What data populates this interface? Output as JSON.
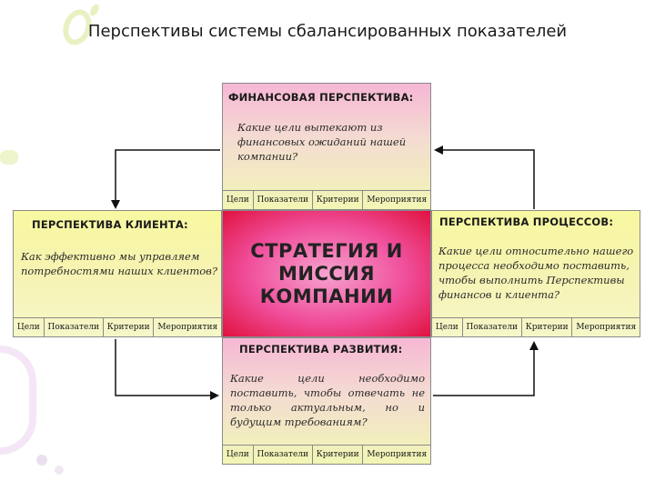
{
  "title": "Перспективы системы сбалансированных показателей",
  "center": {
    "lines": [
      "СТРАТЕГИЯ И",
      "МИССИЯ",
      "КОМПАНИИ"
    ]
  },
  "perspectives": {
    "financial": {
      "heading": "ФИНАНСОВАЯ ПЕРСПЕКТИВА:",
      "question": "Какие цели вытекают из финансовых ожиданий нашей компании?"
    },
    "client": {
      "heading": "ПЕРСПЕКТИВА КЛИЕНТА:",
      "question": "Как эффективно мы управляем потребностями наших клиентов?"
    },
    "processes": {
      "heading": "ПЕРСПЕКТИВА ПРОЦЕССОВ:",
      "question": "Какие цели относительно нашего процесса необходимо поставить, чтобы выполнить Перспективы финансов и клиента?"
    },
    "development": {
      "heading": "ПЕРСПЕКТИВА РАЗВИТИЯ:",
      "question": "Какие цели необходимо поставить, чтобы отвечать не только актуальным, но и будущим требованиям?"
    }
  },
  "tabs": [
    "Цели",
    "Показатели",
    "Критерии",
    "Мероприятия"
  ]
}
